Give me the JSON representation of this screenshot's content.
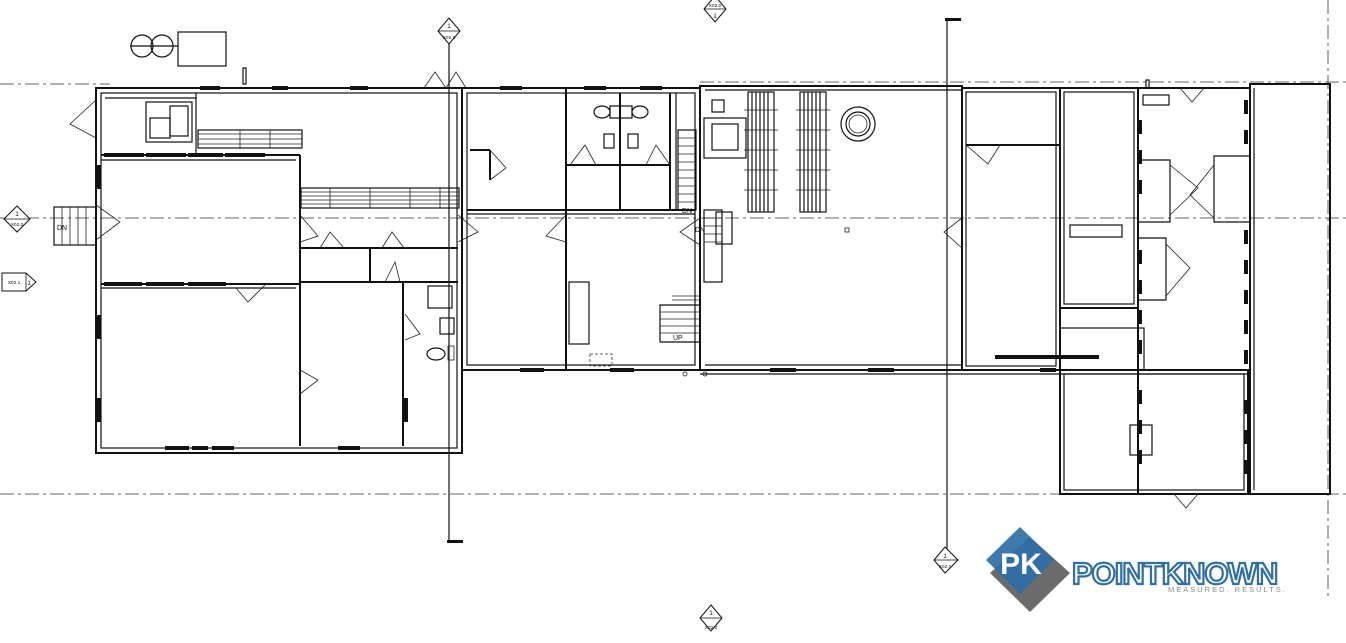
{
  "plan": {
    "view_tags": [
      {
        "id": "top-left",
        "number": "1",
        "ref": "X02.0"
      },
      {
        "id": "top-mid",
        "number": "1",
        "ref": "X02.0"
      },
      {
        "id": "left",
        "number": "1",
        "ref": "X02.0"
      },
      {
        "id": "bottom-mid",
        "number": "1",
        "ref": "X02.0"
      },
      {
        "id": "bottom-right",
        "number": "1",
        "ref": "X02.1"
      },
      {
        "id": "side",
        "number": "1",
        "ref": "X02.1"
      }
    ],
    "stair_labels": [
      {
        "id": "dn-west",
        "text": "DN"
      },
      {
        "id": "dn-center",
        "text": "DN"
      },
      {
        "id": "dn-east",
        "text": "DN"
      },
      {
        "id": "up-center",
        "text": "UP"
      }
    ]
  },
  "logo": {
    "monogram": "PK",
    "name": "POINTKNOWN",
    "tagline": "MEASURED. RESULTS."
  },
  "colors": {
    "line": "#111111",
    "logo_blue": "#2e6fa7",
    "logo_gray": "#6b6b6b"
  }
}
